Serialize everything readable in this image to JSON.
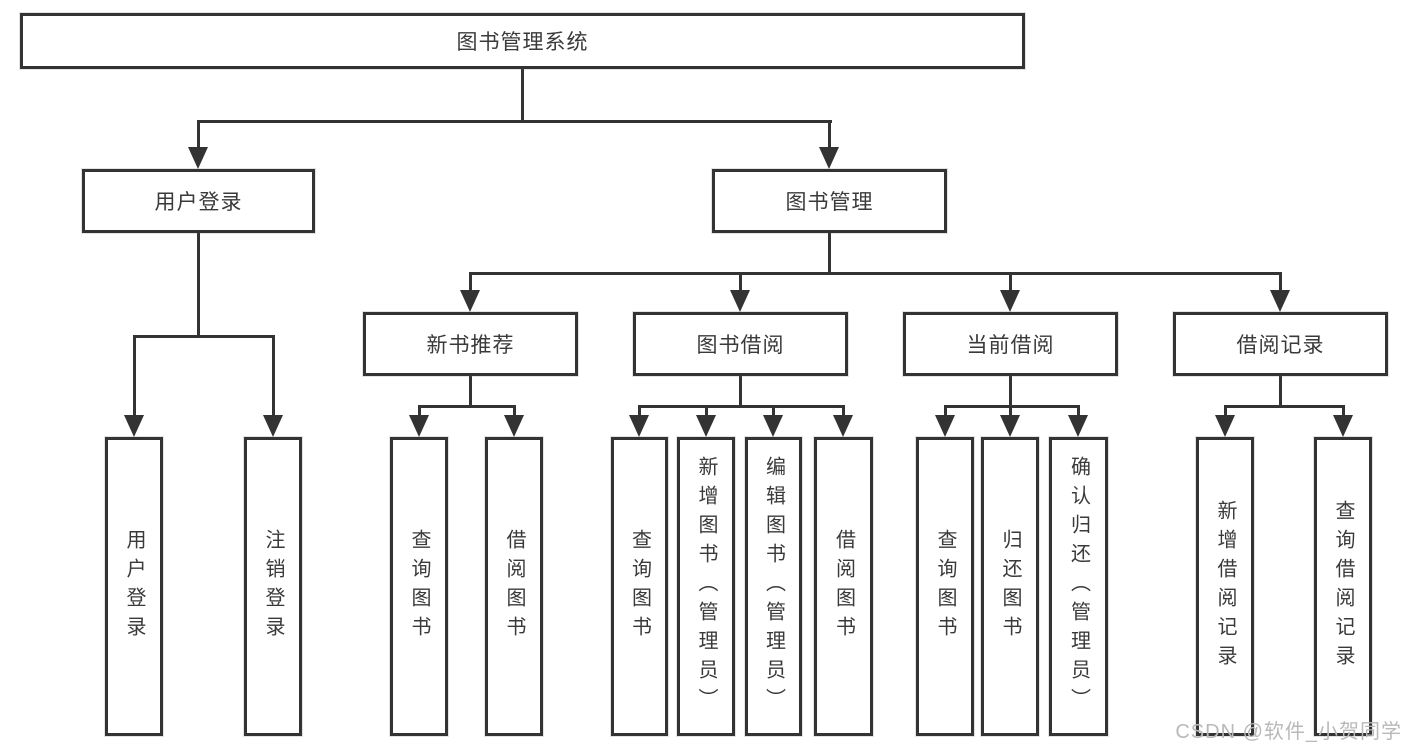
{
  "diagram": {
    "root": {
      "label": "图书管理系统"
    },
    "level2": [
      {
        "label": "用户登录"
      },
      {
        "label": "图书管理"
      }
    ],
    "level3": [
      {
        "label": "新书推荐"
      },
      {
        "label": "图书借阅"
      },
      {
        "label": "当前借阅"
      },
      {
        "label": "借阅记录"
      }
    ],
    "leaves": {
      "login_group": [
        {
          "label": "用户登录"
        },
        {
          "label": "注销登录"
        }
      ],
      "recommend_group": [
        {
          "label": "查询图书"
        },
        {
          "label": "借阅图书"
        }
      ],
      "borrow_group": [
        {
          "label": "查询图书"
        },
        {
          "label": "新增图书（管理员）"
        },
        {
          "label": "编辑图书（管理员）"
        },
        {
          "label": "借阅图书"
        }
      ],
      "current_group": [
        {
          "label": "查询图书"
        },
        {
          "label": "归还图书"
        },
        {
          "label": "确认归还（管理员）"
        }
      ],
      "records_group": [
        {
          "label": "新增借阅记录"
        },
        {
          "label": "查询借阅记录"
        }
      ]
    },
    "watermark": "CSDN @软件_小贺同学",
    "colors": {
      "line": "#333333",
      "text": "#3a3a3a",
      "watermark_text": "#b9b9b9",
      "background": "#ffffff"
    }
  }
}
